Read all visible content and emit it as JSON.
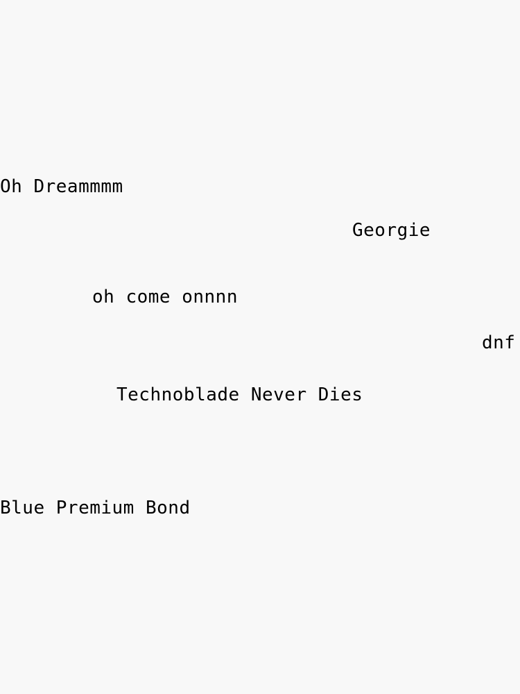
{
  "background_color": "#f8f8f8",
  "text_color": "#000000",
  "phrases": [
    {
      "text": "Oh Dreammmm"
    },
    {
      "text": "Georgie"
    },
    {
      "text": "oh come onnnn"
    },
    {
      "text": "dnf"
    },
    {
      "text": "Technoblade Never Dies"
    },
    {
      "text": "Blue Premium Bond"
    }
  ]
}
